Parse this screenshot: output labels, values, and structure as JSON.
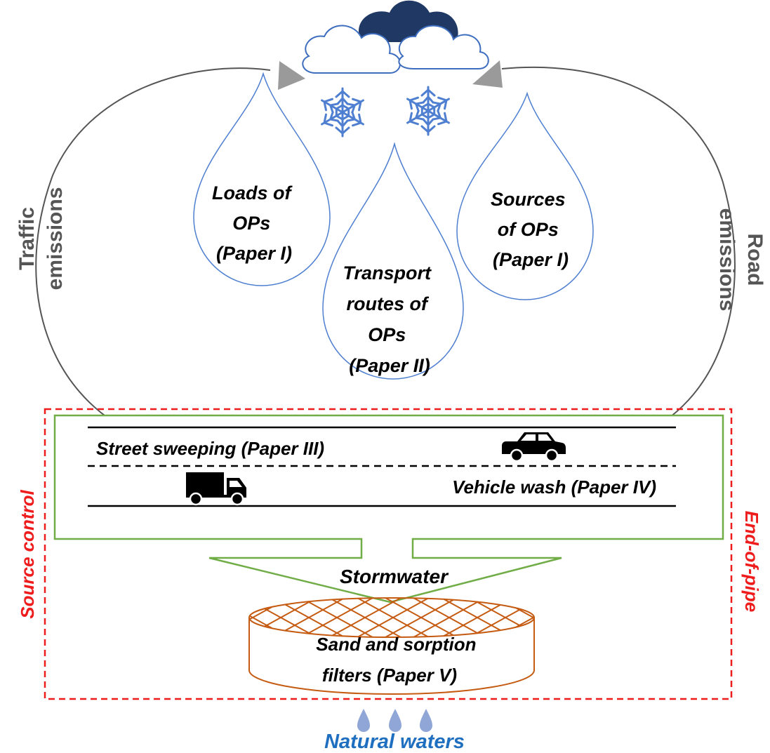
{
  "colors": {
    "drop_outline": "#4f7fd0",
    "snowflake": "#4f7fd0",
    "cloud_outline": "#3d6dbf",
    "dark_cloud": "#1f3864",
    "loop_line": "#555555",
    "arrow_head": "#9a9a9a",
    "green_box": "#70ad47",
    "red_dashed": "#ee1c1c",
    "filter": "#c55a11",
    "natural_waters": "#1f6fc0",
    "water_drop": "#8fa6d6"
  },
  "drops": {
    "left": [
      "Loads of",
      "OPs",
      "(Paper I)"
    ],
    "center": [
      "Transport",
      "routes of",
      "OPs",
      "(Paper II)"
    ],
    "right": [
      "Sources",
      "of OPs",
      "(Paper I)"
    ]
  },
  "side_labels": {
    "left": [
      "Traffic",
      "emissions"
    ],
    "right": [
      "Road",
      "emissions"
    ]
  },
  "road": {
    "street_sweeping": "Street sweeping (Paper III)",
    "vehicle_wash": "Vehicle wash (Paper IV)"
  },
  "stormwater": "Stormwater",
  "filter": [
    "Sand and sorption",
    "filters (Paper V)"
  ],
  "source_control": "Source control",
  "end_of_pipe": "End-of-pipe",
  "natural_waters": "Natural waters",
  "icons": [
    "cloud-icon",
    "snowflake-icon",
    "car-icon",
    "truck-icon",
    "water-drop-icon"
  ]
}
